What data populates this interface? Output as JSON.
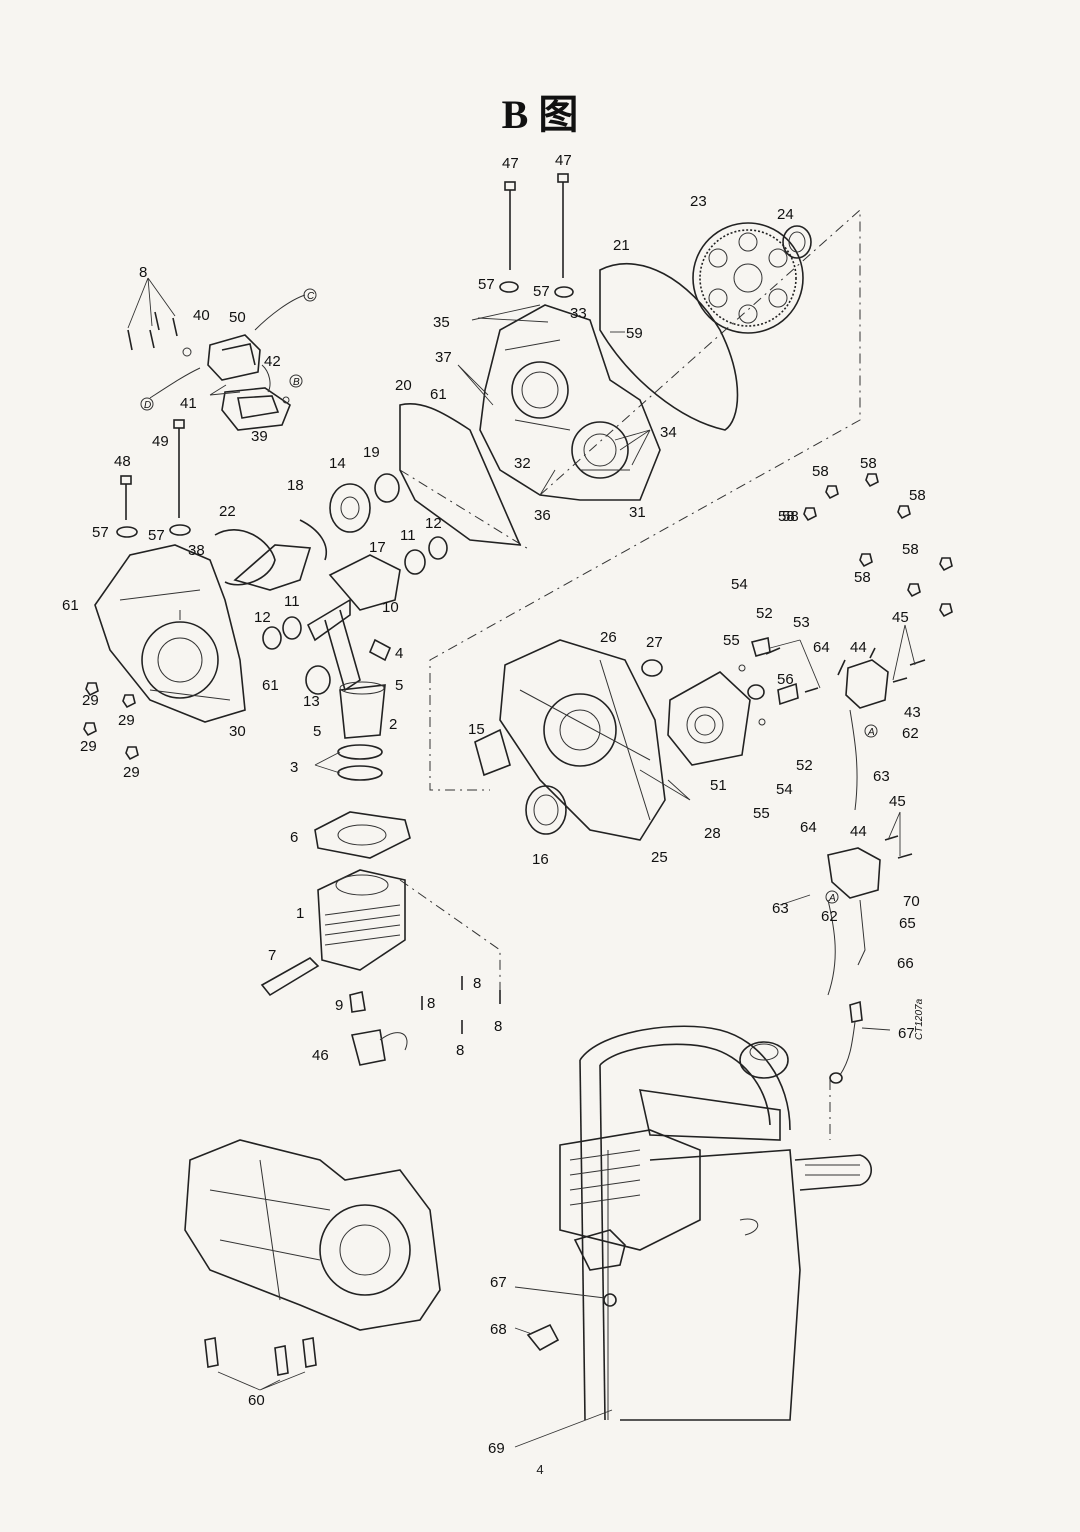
{
  "title": "B 图",
  "page_number": "4",
  "figure_code": "CT1207a",
  "callouts": [
    "1",
    "2",
    "3",
    "4",
    "5",
    "5",
    "6",
    "7",
    "8",
    "8",
    "8",
    "8",
    "8",
    "9",
    "10",
    "11",
    "11",
    "12",
    "12",
    "13",
    "14",
    "15",
    "16",
    "17",
    "18",
    "19",
    "20",
    "21",
    "22",
    "23",
    "24",
    "25",
    "26",
    "27",
    "28",
    "29",
    "29",
    "29",
    "29",
    "30",
    "31",
    "32",
    "33",
    "34",
    "35",
    "36",
    "37",
    "38",
    "39",
    "40",
    "41",
    "42",
    "43",
    "44",
    "44",
    "45",
    "45",
    "46",
    "47",
    "47",
    "48",
    "49",
    "50",
    "51",
    "52",
    "52",
    "53",
    "54",
    "54",
    "55",
    "55",
    "56",
    "57",
    "57",
    "57",
    "57",
    "58",
    "58",
    "58",
    "58",
    "58",
    "58",
    "58",
    "59",
    "60",
    "61",
    "61",
    "61",
    "62",
    "62",
    "63",
    "63",
    "64",
    "64",
    "65",
    "66",
    "67",
    "67",
    "68",
    "69",
    "70"
  ],
  "connector_marks": [
    "C",
    "D",
    "B",
    "A",
    "A"
  ]
}
